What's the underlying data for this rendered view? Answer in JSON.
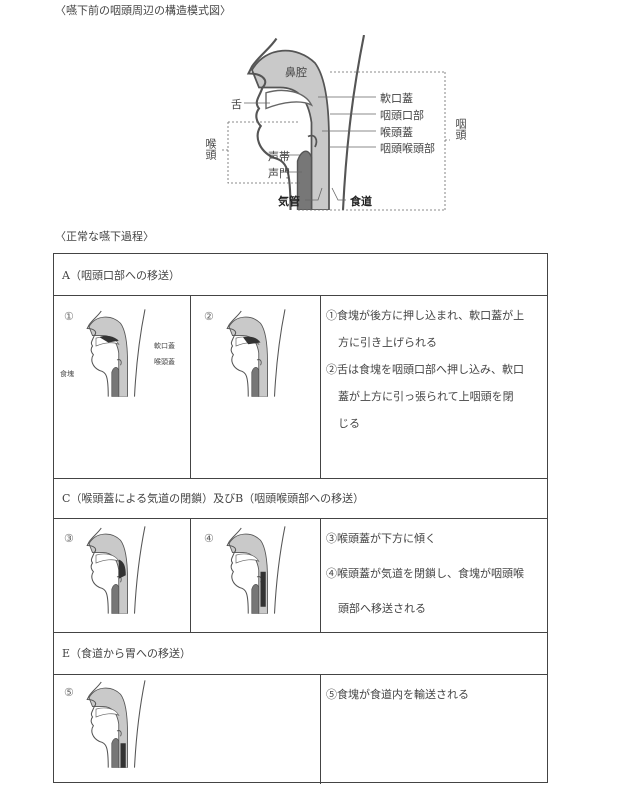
{
  "diagram1": {
    "title": "〈嚥下前の咽頭周辺の構造模式図〉",
    "labels": {
      "nasal_cavity": "鼻腔",
      "tongue": "舌",
      "soft_palate": "軟口蓋",
      "oropharynx": "咽頭口部",
      "epiglottis": "喉頭蓋",
      "laryngopharynx": "咽頭喉頭部",
      "pharynx": "咽頭",
      "larynx": "喉頭",
      "vocal_cords": "声帯",
      "glottis": "声門",
      "trachea": "気管",
      "esophagus": "食道"
    }
  },
  "process": {
    "title": "〈正常な嚥下過程〉",
    "sections": [
      {
        "header": "A（咽頭口部への移送）",
        "figures": [
          "①",
          "②"
        ],
        "fig_labels": {
          "soft_palate": "軟口蓋",
          "epiglottis": "喉頭蓋",
          "bolus": "食塊"
        },
        "lines": [
          "①食塊が後方に押し込まれ、軟口蓋が上",
          "方に引き上げられる",
          "②舌は食塊を咽頭口部へ押し込み、軟口",
          "蓋が上方に引っ張られて上咽頭を閉",
          "じる"
        ]
      },
      {
        "header": "C（喉頭蓋による気道の閉鎖）及びB（咽頭喉頭部への移送）",
        "figures": [
          "③",
          "④"
        ],
        "lines": [
          "③喉頭蓋が下方に傾く",
          "④喉頭蓋が気道を閉鎖し、食塊が咽頭喉",
          "頭部へ移送される"
        ]
      },
      {
        "header": "E（食道から胃への移送）",
        "figures": [
          "⑤"
        ],
        "lines": [
          "⑤食塊が食道内を輸送される"
        ]
      }
    ]
  }
}
